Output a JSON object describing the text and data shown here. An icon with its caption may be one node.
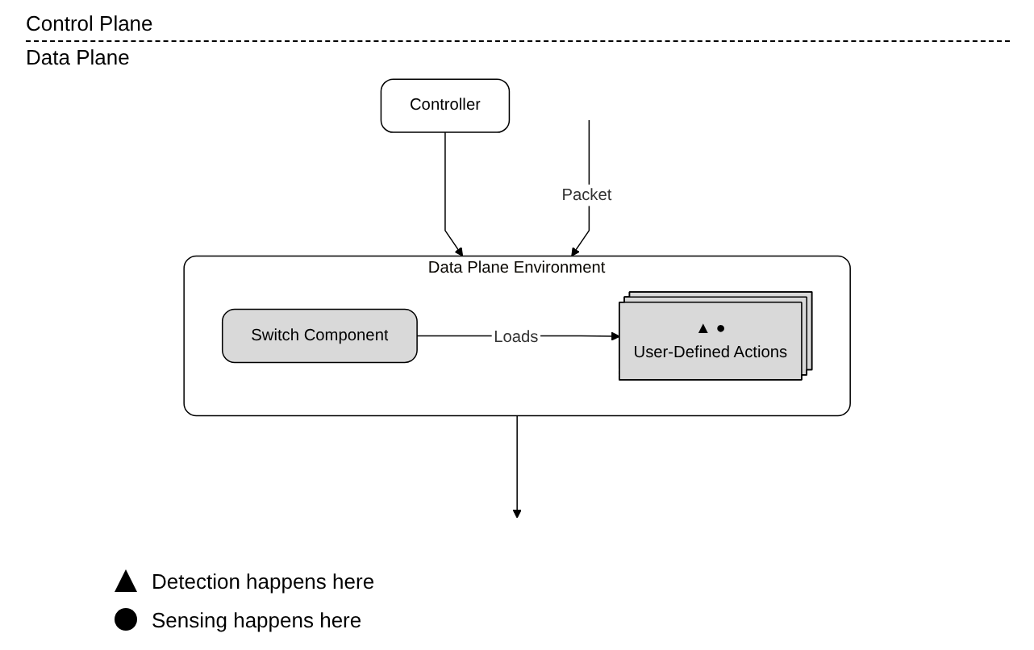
{
  "diagram": {
    "nodes": [
      {
        "text": [
          "Controller"
        ]
      },
      {
        "text": [
          "Data Plane Environment"
        ]
      },
      {
        "text": [
          "Switch Component"
        ],
        "in": 1
      },
      {
        "text": [
          "▲ ●",
          "User-Defined Actions"
        ],
        "in": 1
      }
    ],
    "edges": [
      {
        "from": 0,
        "to": 1,
        "arrow": "to"
      },
      {
        "from": null,
        "to": 1,
        "label": "Packet",
        "arrow": "to"
      },
      {
        "from": 2,
        "to": 3,
        "label": "Loads",
        "arrow": "to"
      },
      {
        "from": 1,
        "to": null,
        "arrow": "to"
      }
    ],
    "labels": [
      "Control Plane",
      "Data Plane"
    ],
    "legend": [
      {
        "text": "Detection happens here"
      },
      {
        "text": "Sensing happens here"
      }
    ]
  }
}
